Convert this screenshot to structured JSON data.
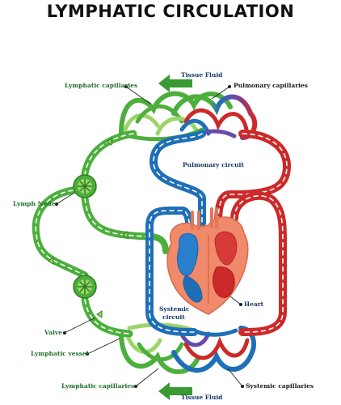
{
  "title": "LYMPHATIC CIRCULATION",
  "labels": {
    "lymphatic_capillaries_top": "Lymphatic capillaries",
    "tissue_fluid_top": "Tissue Fluid",
    "pulmonary_capillaries": "Pulmonary capillaries",
    "pulmonary_circuit": "Pulmonary circuit",
    "lymph_node": "Lymph Node",
    "heart": "Heart",
    "systemic_circuit_line1": "Systemic",
    "systemic_circuit_line2": "circuit",
    "valve": "Valve",
    "lymphatic_vessel": "Lymphatic vessel",
    "lymphatic_capillaries_bottom": "Lymphatic capillaries",
    "systemic_capillaries": "Systemic capillaries",
    "tissue_fluid_bottom": "Tissue Fluid"
  },
  "colors": {
    "lymph": "#4caf3c",
    "lymph_light": "#9bd46a",
    "artery": "#cc2a2a",
    "vein": "#1e6fb8",
    "heart": "#f08a6a",
    "leader": "#222222"
  }
}
